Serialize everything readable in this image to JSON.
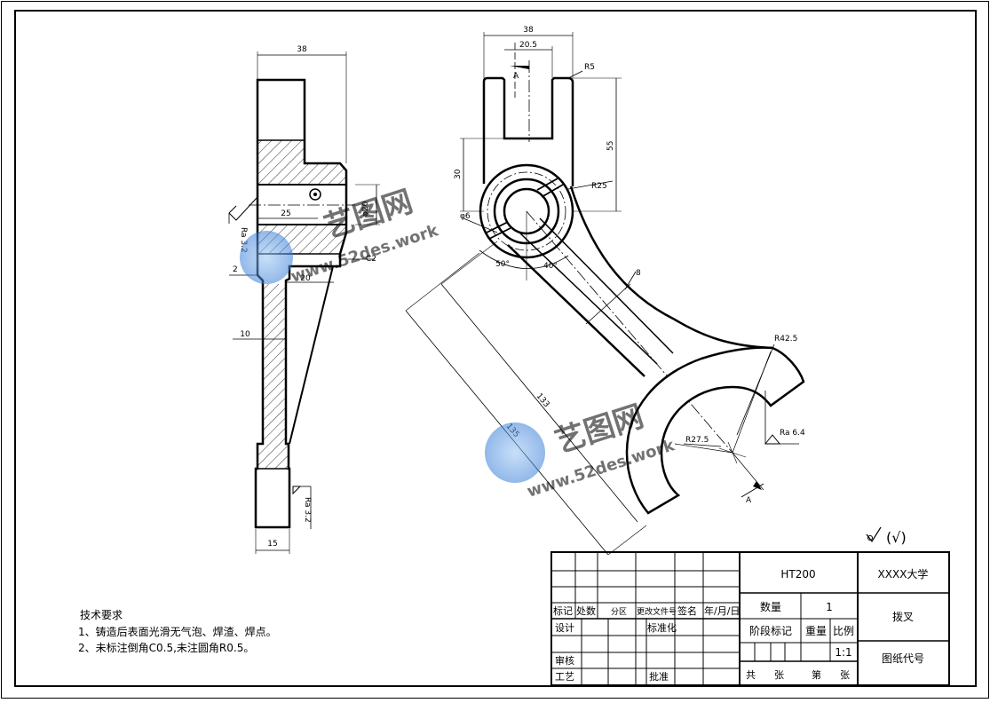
{
  "technical_requirements": {
    "heading": "技术要求",
    "items": [
      "1、铸造后表面光滑无气泡、焊渣、焊点。",
      "2、未标注倒角C0.5,未注圆角R0.5。"
    ]
  },
  "side_view": {
    "dims": {
      "top_width": "38",
      "bore_length": "25",
      "bore_diameter": "φ20",
      "chamfer": "C2",
      "step": "2",
      "rib_width": "20",
      "web": "10",
      "bottom_width": "15"
    },
    "roughness": [
      "Ra 3.2",
      "Ra 3.2"
    ]
  },
  "front_view": {
    "dims": {
      "top_width": "38",
      "slot_offset": "20.5",
      "slot_radius": "R5",
      "height_55": "55",
      "height_30": "30",
      "radius_25": "R25",
      "hole": "φ6",
      "angle_50": "50°",
      "angle_40": "40°",
      "rib": "8",
      "length_133": "133",
      "length_135": "135",
      "radius_42_5": "R42.5",
      "radius_27_5": "R27.5"
    },
    "section_label_top": "A",
    "section_label_bottom": "A",
    "roughness": "Ra 6.4"
  },
  "general_roughness": "(√)",
  "title_block": {
    "material": "HT200",
    "school": "XXXX大学",
    "part_name": "拨叉",
    "drawing_number": "图纸代号",
    "quantity_label": "数量",
    "quantity_value": "1",
    "stage_mark": "阶段标记",
    "weight": "重量",
    "scale_label": "比例",
    "scale_value": "1:1",
    "total": "共",
    "sheets": "张",
    "sheet_no": "第",
    "sheet_unit": "张",
    "rev_headers": [
      "标记",
      "处数",
      "分区",
      "更改文件号",
      "签名",
      "年/月/日"
    ],
    "design": "设计",
    "standardization": "标准化",
    "review": "审核",
    "process": "工艺",
    "approve": "批准"
  },
  "watermark": {
    "name": "艺图网",
    "url": "www.52des.work"
  },
  "colors": {
    "line": "#000000",
    "watermark": "#3b7fd8"
  }
}
